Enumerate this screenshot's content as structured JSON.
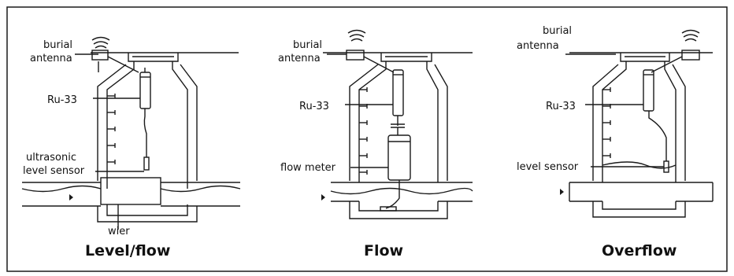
{
  "panels": [
    {
      "caption": "Level/flow",
      "labels": {
        "antenna_line1": "burial",
        "antenna_line2": "antenna",
        "device": "Ru-33",
        "sensor_line1": "ultrasonic",
        "sensor_line2": "level sensor",
        "weir": "wier"
      }
    },
    {
      "caption": "Flow",
      "labels": {
        "antenna_line1": "burial",
        "antenna_line2": "antenna",
        "device": "Ru-33",
        "meter": "flow meter"
      }
    },
    {
      "caption": "Overflow",
      "labels": {
        "antenna_line1": "burial",
        "antenna_line2": "antenna",
        "device": "Ru-33",
        "sensor": "level sensor"
      }
    }
  ],
  "colors": {
    "stroke": "#1a1a1a",
    "background": "#ffffff"
  }
}
